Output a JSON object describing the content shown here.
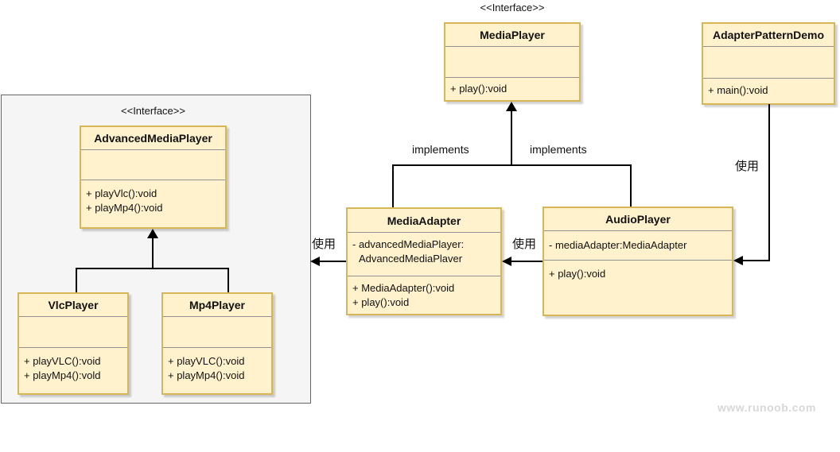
{
  "diagram": {
    "stereotype_media_player": "<<Interface>>",
    "stereotype_advanced_media_player": "<<Interface>>",
    "implements_left_label": "implements",
    "implements_right_label": "implements",
    "use_label_left": "使用",
    "use_label_middle": "使用",
    "use_label_right": "使用",
    "watermark": "www.runoob.com"
  },
  "classes": {
    "media_player": {
      "title": "MediaPlayer",
      "methods": [
        "+ play():void"
      ]
    },
    "adapter_pattern_demo": {
      "title": "AdapterPatternDemo",
      "methods": [
        "+ main():void"
      ]
    },
    "advanced_media_player": {
      "title": "AdvancedMediaPlayer",
      "methods": [
        "+ playVlc():void",
        "+ playMp4():void"
      ]
    },
    "vlc_player": {
      "title": "VlcPlayer",
      "methods": [
        "+ playVLC():void",
        "+ playMp4():vold"
      ]
    },
    "mp4_player": {
      "title": "Mp4Player",
      "methods": [
        "+ playVLC():void",
        "+ playMp4():void"
      ]
    },
    "media_adapter": {
      "title": "MediaAdapter",
      "attributes": [
        "- advancedMediaPlayer:",
        "AdvancedMediaPlaver"
      ],
      "methods": [
        "+ MediaAdapter():void",
        "+ play():void"
      ]
    },
    "audio_player": {
      "title": "AudioPlayer",
      "attributes": [
        "- mediaAdapter:MediaAdapter"
      ],
      "methods": [
        "+ play():void"
      ]
    }
  },
  "colors": {
    "box_fill": "#FFF2CC",
    "box_border": "#D6B656",
    "section_separator": "#919191",
    "panel_fill": "#F5F5F5",
    "panel_border": "#666666",
    "connector": "#000000",
    "watermark_text": "#D8D8D8"
  }
}
